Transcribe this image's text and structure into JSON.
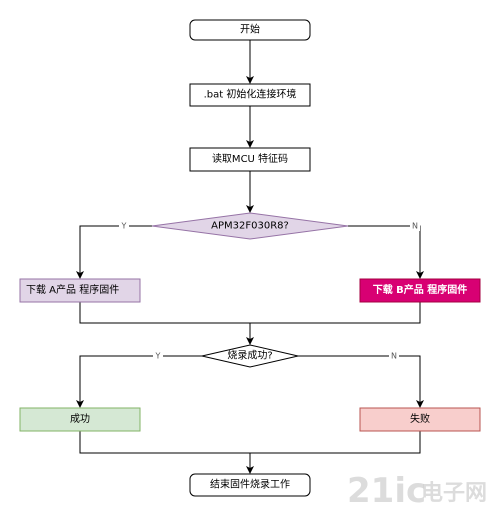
{
  "nodes": {
    "start": "开始",
    "init_env": ".bat 初始化连接环境",
    "read_mcu": "读取MCU 特征码",
    "decision_mcu": "APM32F030R8?",
    "download_a": "下载 A产品 程序固件",
    "download_b": "下载 B产品 程序固件",
    "decision_burn": "烧录成功?",
    "success": "成功",
    "fail": "失败",
    "end": "结束固件烧录工作"
  },
  "edges": {
    "mcu_yes": "Y",
    "mcu_no": "N",
    "burn_yes": "Y",
    "burn_no": "N"
  },
  "watermark": {
    "text_latin": "21ic",
    "text_cn": "电子网"
  },
  "colors": {
    "purple_fill": "#e1d5e7",
    "purple_stroke": "#9673a6",
    "magenta_fill": "#d80073",
    "green_fill": "#d5e8d4",
    "green_stroke": "#82b366",
    "red_fill": "#f8cecc",
    "red_stroke": "#b85450"
  }
}
